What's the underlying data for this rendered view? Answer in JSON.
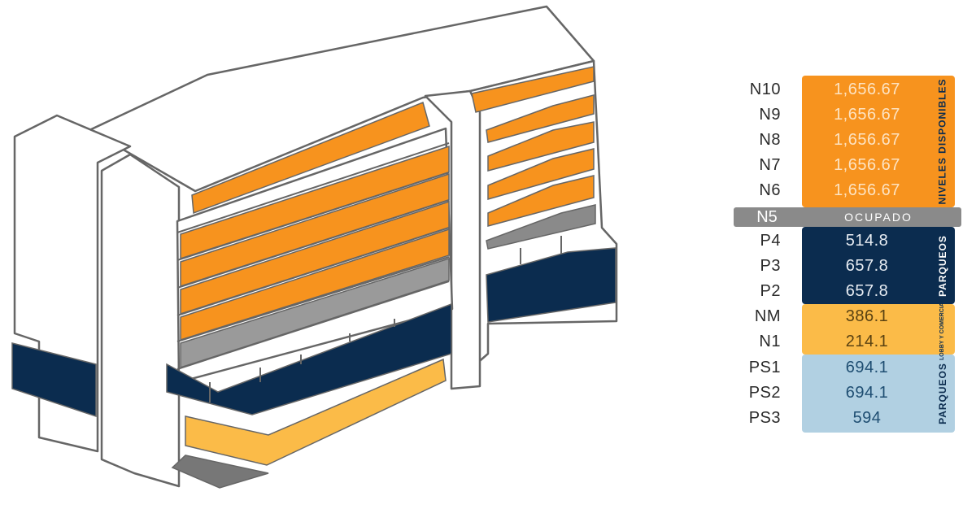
{
  "colors": {
    "available": "#f7931e",
    "occupied": "#8a8a8a",
    "parking": "#0b2c4f",
    "lobby": "#fbbb48",
    "basement": "#b1d0e2",
    "outline": "#666666"
  },
  "legend": {
    "groups": [
      {
        "tag": "NIVELES DISPONIBLES",
        "levels": [
          {
            "label": "N10",
            "value": "1,656.67"
          },
          {
            "label": "N9",
            "value": "1,656.67"
          },
          {
            "label": "N8",
            "value": "1,656.67"
          },
          {
            "label": "N7",
            "value": "1,656.67"
          },
          {
            "label": "N6",
            "value": "1,656.67"
          }
        ]
      },
      {
        "tag": "PARQUEOS",
        "levels": [
          {
            "label": "P4",
            "value": "514.8"
          },
          {
            "label": "P3",
            "value": "657.8"
          },
          {
            "label": "P2",
            "value": "657.8"
          }
        ]
      },
      {
        "tag": "LOBBY Y COMERCIAL",
        "levels": [
          {
            "label": "NM",
            "value": "386.1"
          },
          {
            "label": "N1",
            "value": "214.1"
          }
        ]
      },
      {
        "tag": "PARQUEOS",
        "levels": [
          {
            "label": "PS1",
            "value": "694.1"
          },
          {
            "label": "PS2",
            "value": "694.1"
          },
          {
            "label": "PS3",
            "value": "594"
          }
        ]
      }
    ],
    "occupied": {
      "label": "N5",
      "status": "OCUPADO"
    }
  }
}
